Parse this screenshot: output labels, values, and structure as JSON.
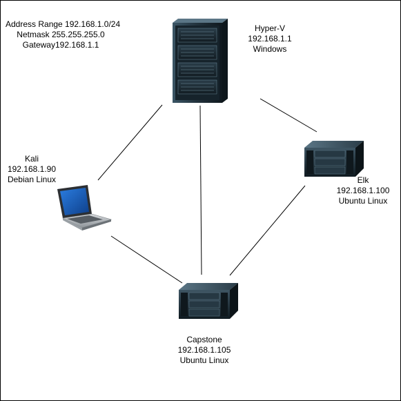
{
  "network_info": {
    "address_range": "Address Range 192.168.1.0/24",
    "netmask": "Netmask 255.255.255.0",
    "gateway": "Gateway192.168.1.1"
  },
  "nodes": {
    "hyperv": {
      "name": "Hyper-V",
      "ip": "192.168.1.1",
      "os": "Windows",
      "icon": "tower-server-icon"
    },
    "kali": {
      "name": "Kali",
      "ip": "192.168.1.90",
      "os": "Debian Linux",
      "icon": "laptop-icon"
    },
    "elk": {
      "name": "Elk",
      "ip": "192.168.1.100",
      "os": "Ubuntu Linux",
      "icon": "rack-server-icon"
    },
    "capstone": {
      "name": "Capstone",
      "ip": "192.168.1.105",
      "os": "Ubuntu Linux",
      "icon": "rack-server-icon"
    }
  },
  "connections": [
    [
      "hyperv",
      "kali"
    ],
    [
      "hyperv",
      "elk"
    ],
    [
      "hyperv",
      "capstone"
    ],
    [
      "kali",
      "capstone"
    ],
    [
      "elk",
      "capstone"
    ]
  ],
  "colors": {
    "server_body": "#1c2a33",
    "server_highlight": "#4f6b7c",
    "laptop_screen": "#1d5fb8",
    "laptop_body": "#b8bcc0",
    "line": "#000000"
  }
}
